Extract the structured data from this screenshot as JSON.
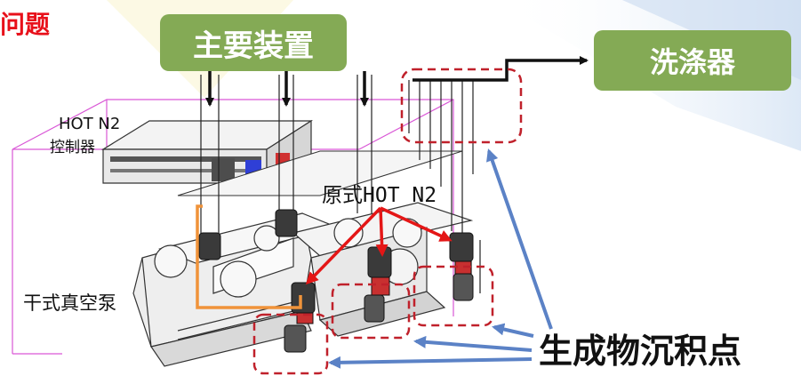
{
  "header": {
    "title": "问题"
  },
  "boxes": {
    "main_equipment": "主要装置",
    "scrubber": "洗涤器"
  },
  "labels": {
    "controller_line1": "HOT N2",
    "controller_line2": "控制器",
    "dry_pump": "干式真空泵",
    "original_hot_n2": "原式HOT N2",
    "deposit_point": "生成物沉积点"
  },
  "colors": {
    "box_fill": "#84aa55",
    "title_red": "#e8101a",
    "red_arrow": "#e41616",
    "blue_arrow": "#5b82c6",
    "dashed_red": "#c0212b",
    "orange_line": "#f0933a",
    "magenta_frame": "#d957d6"
  },
  "icons": [
    "down-arrow-icon",
    "right-arrow-icon",
    "red-arrow-icon",
    "blue-arrow-icon"
  ]
}
